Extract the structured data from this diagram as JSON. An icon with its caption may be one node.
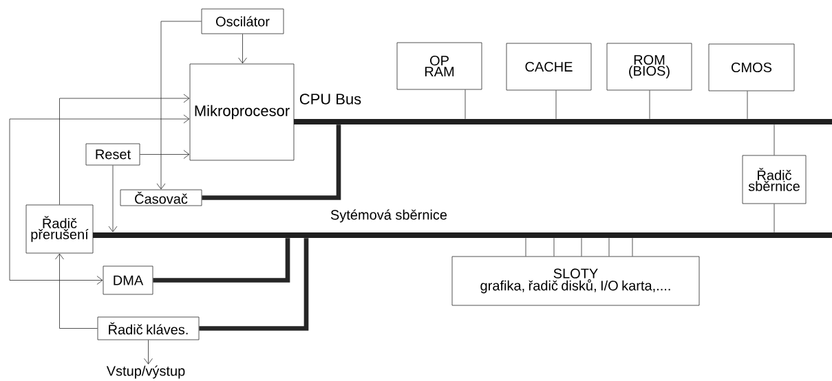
{
  "diagram": {
    "nodes": [
      {
        "text": [
          "Oscilátor"
        ]
      },
      {
        "text": [
          "Mikroprocesor"
        ]
      },
      {
        "text": [
          "Reset"
        ]
      },
      {
        "text": [
          "Časovač"
        ]
      },
      {
        "text": [
          "Řadič přerušení"
        ]
      },
      {
        "text": [
          "DMA"
        ]
      },
      {
        "text": [
          "Řadič kláves."
        ]
      },
      {
        "text": [
          "Vstup/výstup"
        ]
      },
      {
        "text": [
          "OP RAM"
        ]
      },
      {
        "text": [
          "CACHE"
        ]
      },
      {
        "text": [
          "ROM (BIOS)"
        ]
      },
      {
        "text": [
          "CMOS"
        ]
      },
      {
        "text": [
          "Řadič sběrnice"
        ]
      },
      {
        "text": [
          "SLOTY",
          "grafika, řadič disků, I/O karta,...."
        ]
      },
      {
        "text": [
          "CPU Bus"
        ]
      },
      {
        "text": [
          "Sytémová sběrnice"
        ]
      }
    ],
    "edges": [
      {
        "from": 0,
        "to": 1,
        "arrow": "to"
      },
      {
        "from": 0,
        "to": 3,
        "arrow": "to"
      },
      {
        "from": 4,
        "to": 1,
        "arrow": "to"
      },
      {
        "from": 5,
        "to": 1,
        "arrow": "both"
      },
      {
        "from": 2,
        "to": 1,
        "arrow": "to"
      },
      {
        "from": 2,
        "to": 15,
        "arrow": "to"
      },
      {
        "from": 3,
        "to": 14,
        "arrow": "none",
        "style": "thick"
      },
      {
        "from": 5,
        "to": 15,
        "arrow": "none",
        "style": "thick"
      },
      {
        "from": 6,
        "to": 15,
        "arrow": "none",
        "style": "thick"
      },
      {
        "from": 6,
        "to": 4,
        "arrow": "to"
      },
      {
        "from": 6,
        "to": 7,
        "arrow": "to"
      },
      {
        "from": 8,
        "to": 14,
        "arrow": "none"
      },
      {
        "from": 9,
        "to": 14,
        "arrow": "none"
      },
      {
        "from": 10,
        "to": 14,
        "arrow": "none"
      },
      {
        "from": 11,
        "to": 14,
        "arrow": "none"
      },
      {
        "from": 14,
        "to": 12,
        "arrow": "none"
      },
      {
        "from": 12,
        "to": 15,
        "arrow": "none"
      },
      {
        "from": 13,
        "to": 15,
        "arrow": "none"
      },
      {
        "from": 13,
        "to": 15,
        "arrow": "none"
      },
      {
        "from": 13,
        "to": 15,
        "arrow": "none"
      },
      {
        "from": 13,
        "to": 15,
        "arrow": "none"
      },
      {
        "from": 13,
        "to": 15,
        "arrow": "none"
      }
    ]
  }
}
